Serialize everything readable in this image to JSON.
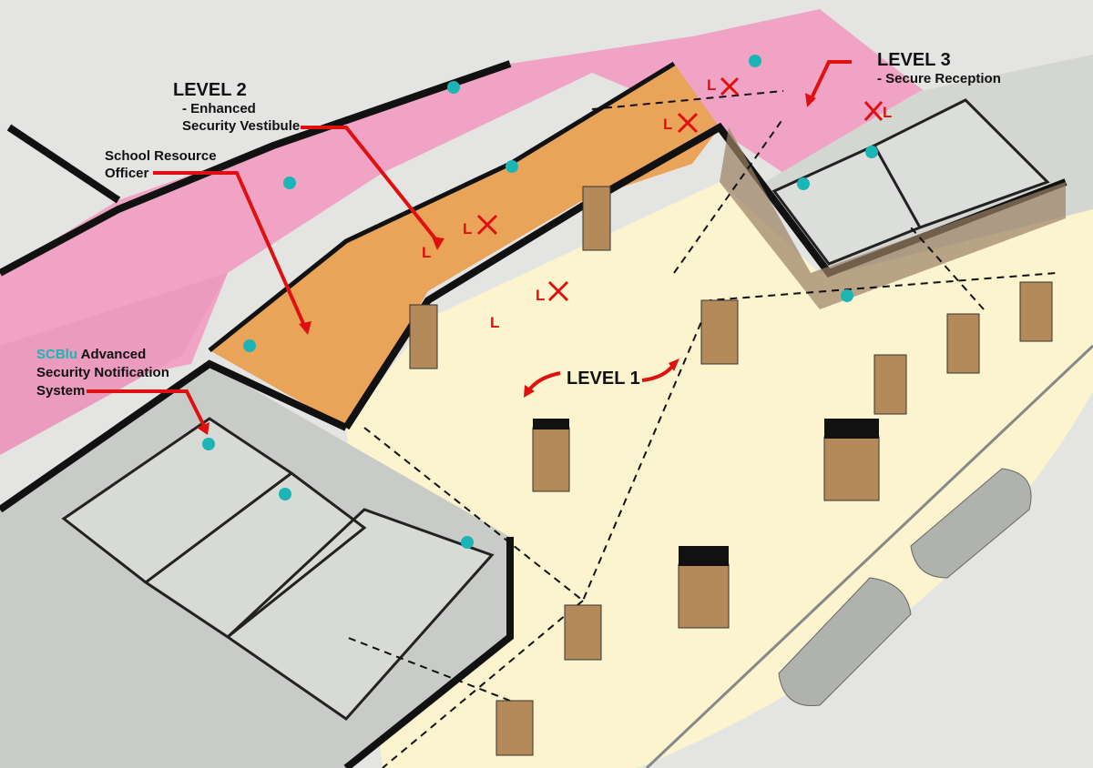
{
  "labels": {
    "level2_title": "LEVEL 2",
    "level2_sub1": "- Enhanced",
    "level2_sub2": "Security Vestibule",
    "sro_line1": "School Resource",
    "sro_line2": "Officer",
    "scblu_brand": "SCBlu",
    "scblu_line1": "Advanced",
    "scblu_line2": "Security Notification",
    "scblu_line3": "System",
    "level1_title": "LEVEL 1",
    "level3_title": "LEVEL 3",
    "level3_sub": "- Secure Reception"
  },
  "markers": {
    "lock": "L"
  },
  "colors": {
    "security_zone": "#f0a3c4",
    "vestibule": "#e9a45a",
    "courtyard": "#fbf4cf",
    "notification_dot": "#1bb5b5",
    "annotation": "#e01010"
  }
}
